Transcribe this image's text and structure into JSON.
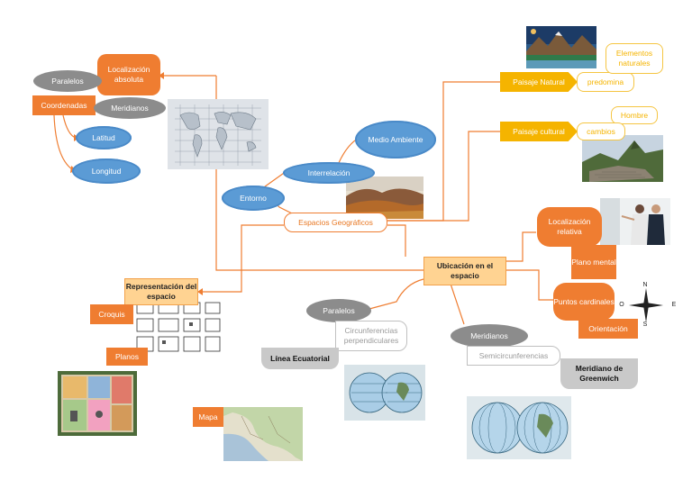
{
  "nodes": {
    "localizacion_absoluta": "Localización absoluta",
    "paralelos_top": "Paralelos",
    "coordenadas": "Coordenadas",
    "meridianos_top": "Meridianos",
    "latitud": "Latitud",
    "longitud": "Longitud",
    "medio_ambiente": "Medio Ambiente",
    "interrelacion": "Interrelación",
    "entorno": "Entorno",
    "espacios_geograficos": "Espacios Geográficos",
    "paisaje_natural": "Paisaje Natural",
    "predomina": "predomina",
    "elementos_naturales": "Elementos naturales",
    "paisaje_cultural": "Paisaje cultural",
    "hombre": "Hombre",
    "cambios": "cambios",
    "localizacion_relativa": "Localización relativa",
    "plano_mental": "Plano mental",
    "puntos_cardinales": "Puntos cardinales",
    "orientacion": "Orientación",
    "ubicacion_espacio": "Ubicación en el espacio",
    "representacion_espacio": "Representación del espacio",
    "croquis": "Croquis",
    "planos": "Planos",
    "mapa": "Mapa",
    "paralelos_mid": "Paralelos",
    "circunferencias": "Circunferencias perpendiculares",
    "linea_ecuatorial": "Línea Ecuatorial",
    "meridianos_mid": "Meridianos",
    "semicircunferencias": "Semicircunferencias",
    "meridiano_greenwich": "Meridiano de Greenwich"
  },
  "compass": {
    "n": "N",
    "s": "S",
    "e": "E",
    "o": "O"
  },
  "colors": {
    "link": "#ef7d31",
    "orange": "#ef7d31",
    "cloud": "#5b9bd5",
    "grey": "#8c8c8c",
    "yellow": "#f5b400",
    "hub": "#ffd392"
  }
}
